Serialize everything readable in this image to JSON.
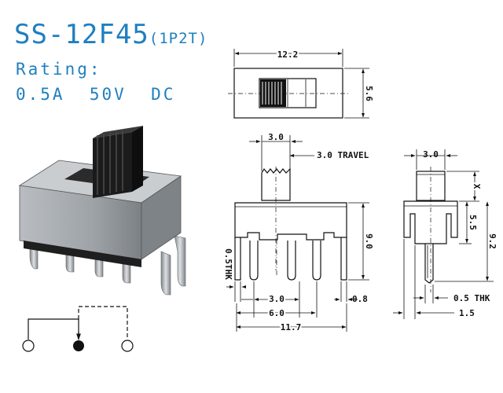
{
  "header": {
    "model": "SS-12F45",
    "config": "(1P2T)",
    "rating_label": "Rating:",
    "rating_value": "0.5A  50V  DC"
  },
  "dimensions": {
    "top_width": "12.2",
    "top_height": "5.6",
    "front_knob_width": "3.0",
    "travel": "3.0 TRAVEL",
    "front_height": "9.0",
    "pin_thickness": "0.5THK",
    "pin_pitch": "3.0",
    "pin_end": "0.8",
    "outer_pin_span": "6.0",
    "total_width": "11.7",
    "side_knob_width": "3.0",
    "side_x": "X",
    "side_body": "5.5",
    "side_total": "9.2",
    "side_pin_thk": "0.5 THK",
    "side_leg": "1.5"
  },
  "colors": {
    "accent": "#1f7fbf",
    "ink": "#111111",
    "body_grey": "#a9adb0"
  }
}
